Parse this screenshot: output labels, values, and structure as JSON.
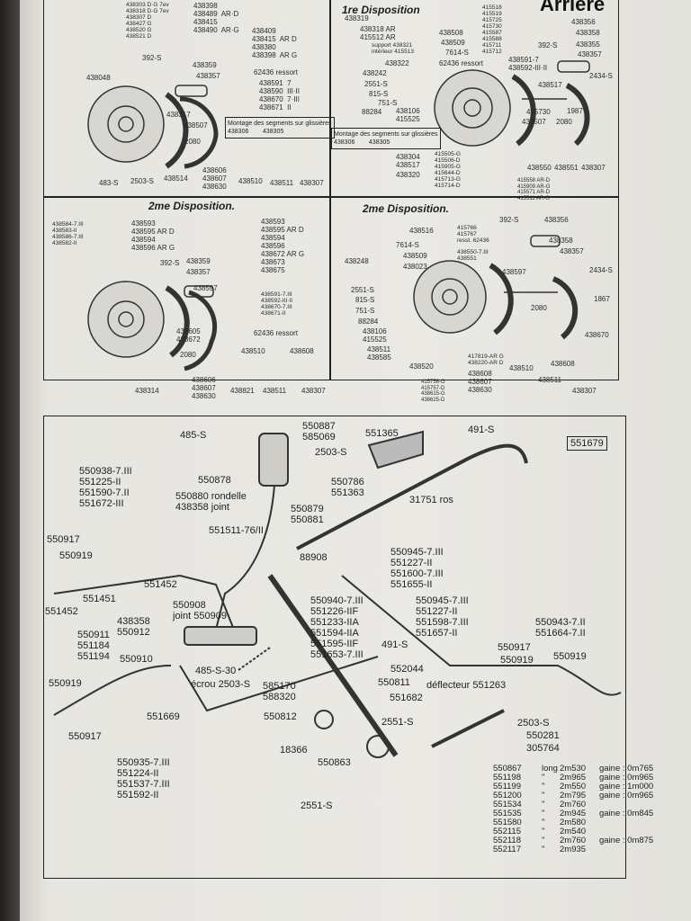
{
  "header": {
    "title": "Arrière"
  },
  "panels": [
    {
      "title": "1re Disposition",
      "labels": [
        "438303 D·G 7ev\n438318 D·G 7ev\n438307 D\n438427 G\n438520 G\n438521 D",
        "438398\n438489  AR·D\n438415\n438490  AR·G",
        "438409\n438415  AR D\n438380\n438398  AR G",
        "392-S",
        "438359",
        "438357",
        "62436 ressort",
        "438591  7\n438590  III·II\n438670  7·III\n438671  II",
        "438048",
        "438317",
        "438507",
        "2080",
        "483-S",
        "2503-S",
        "438514",
        "438606\n438607\n438630",
        "438510",
        "438511",
        "438307"
      ],
      "note": "Montage des segments sur glissières\n438306        438305"
    },
    {
      "title": "1re Disposition",
      "labels": [
        "438319",
        "438318 AR\n415512 AR",
        "support 438321\nintérieur 415513",
        "438322",
        "438242",
        "2551-S",
        "815-S",
        "751-S",
        "88284",
        "438106\n415525",
        "438304\n438517",
        "438320",
        "438508",
        "438509",
        "7614-S",
        "62436 ressort",
        "415518\n415519\n415725\n415730\n415587\n415588\n415711\n415712",
        "438591-7\n438592-III·II",
        "438517",
        "415730",
        "1987",
        "438507",
        "2080",
        "438356",
        "438358",
        "438355",
        "438357",
        "392-S",
        "2434-S",
        "438550",
        "438551",
        "438307",
        "415505-G\n415506-D\n415905-G\n415644-D\n415713-G\n415714-D",
        "415558 AR-D\n415909 AR-G\n415571 AR-D\n415511 AR-G"
      ],
      "note": "Montage des segments sur glissières\n438306        438305"
    },
    {
      "title": "2me Disposition.",
      "labels": [
        "438584-7.III\n438583-II\n438586-7.III\n438582-II",
        "438593\n438595 AR D\n438594\n438596 AR G",
        "438593\n438595 AR D\n438594\n438596\n438672 AR G\n438673\n438675",
        "392-S",
        "438359",
        "438357",
        "438597",
        "438591-7.III\n438592-III·II\n438670-7.III\n438671-II",
        "438605\n438672",
        "62436 ressort",
        "2080",
        "438510",
        "438608",
        "438314",
        "438606\n438607\n438630",
        "438821",
        "438511",
        "438307"
      ]
    },
    {
      "title": "2me Disposition.",
      "labels": [
        "438516",
        "7614-S",
        "438509",
        "438023",
        "438248",
        "2551-S",
        "815-S",
        "751-S",
        "88284",
        "438106\n415525",
        "438511\n438585",
        "438520",
        "392-S",
        "438356",
        "438358",
        "438357",
        "2434-S",
        "1867",
        "438670",
        "438597",
        "2080",
        "438510",
        "438511",
        "438608",
        "438307",
        "438608\n438607\n438630",
        "415756-G\n415757-D\n438615-G\n438625-D",
        "417819-AR G\n438220-AR D",
        "415766\n415767\nresst. 62436",
        "438550-7.III\n438551"
      ]
    }
  ],
  "bottom": {
    "labels": [
      "550887\n585069",
      "485-S",
      "2503-S",
      "550878",
      "550880 rondelle\n438358 joint",
      "550879\n550881",
      "551511-76/II",
      "550938-7.III\n551225-II\n551590-7.II\n551672-III",
      "550917",
      "550919",
      "551452",
      "551452",
      "551451",
      "438358\n550912",
      "550908\njoint 550909",
      "88908",
      "551365",
      "491-S",
      "550786\n551363",
      "31751 ros",
      "551679",
      "550945-7.III\n551227-II\n551600-7.III\n551655-II",
      "550940-7.III\n551226-IIF\n551233-IIA\n551594-IIA\n551595-IIF\n551653-7.III",
      "550945-7.III\n551227-II\n551598-7.III\n551657-II",
      "550943-7.II\n551664-7.II",
      "550911\n551184\n551194",
      "550910",
      "485-S-30",
      "écrou 2503-S",
      "585170\n588320",
      "491-S",
      "552044",
      "550811",
      "déflecteur 551263",
      "550917",
      "550919",
      "550919",
      "550919",
      "550917",
      "551669",
      "550812",
      "551682",
      "2551-S",
      "18366",
      "550863",
      "2551-S",
      "2503-S",
      "550281",
      "305764",
      "550935-7.III\n551224-II\n551537-7.III\n551592-II"
    ],
    "lengths_table": [
      {
        "part": "550867",
        "prefix": "long",
        "length": "2m530",
        "sheath": "gaine : 0m765"
      },
      {
        "part": "551198",
        "prefix": "\"",
        "length": "2m965",
        "sheath": "gaine : 0m965"
      },
      {
        "part": "551199",
        "prefix": "\"",
        "length": "2m550",
        "sheath": "gaine : 1m000"
      },
      {
        "part": "551200",
        "prefix": "\"",
        "length": "2m795",
        "sheath": "gaine : 0m965"
      },
      {
        "part": "551534",
        "prefix": "\"",
        "length": "2m760",
        "sheath": ""
      },
      {
        "part": "551535",
        "prefix": "\"",
        "length": "2m945",
        "sheath": "gaine : 0m845"
      },
      {
        "part": "551580",
        "prefix": "\"",
        "length": "2m580",
        "sheath": ""
      },
      {
        "part": "552115",
        "prefix": "\"",
        "length": "2m540",
        "sheath": ""
      },
      {
        "part": "552118",
        "prefix": "\"",
        "length": "2m760",
        "sheath": "gaine : 0m875"
      },
      {
        "part": "552117",
        "prefix": "\"",
        "length": "2m935",
        "sheath": ""
      }
    ]
  }
}
